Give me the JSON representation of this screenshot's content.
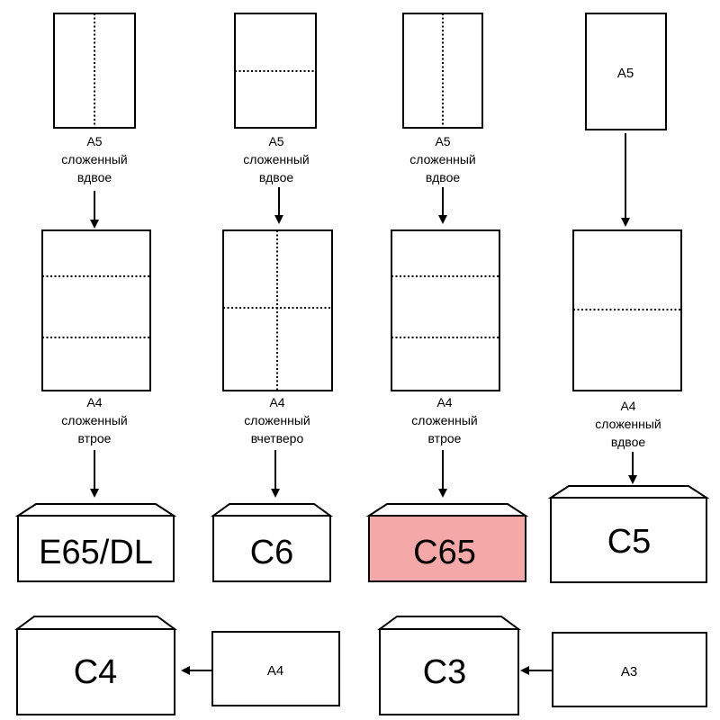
{
  "columns": [
    {
      "source_caption": [
        "A5",
        "сложенный",
        "вдвое"
      ],
      "a4_caption": [
        "A4",
        "сложенный",
        "втрое"
      ],
      "envelope": {
        "label": "E65/DL",
        "color": "#ffffff"
      }
    },
    {
      "source_caption": [
        "A5",
        "сложенный",
        "вдвое"
      ],
      "a4_caption": [
        "A4",
        "сложенный",
        "вчетверо"
      ],
      "envelope": {
        "label": "C6",
        "color": "#ffffff"
      }
    },
    {
      "source_caption": [
        "A5",
        "сложенный",
        "вдвое"
      ],
      "a4_caption": [
        "A4",
        "сложенный",
        "втрое"
      ],
      "envelope": {
        "label": "C65",
        "color": "#f4a9a8"
      }
    },
    {
      "source_label": "A5",
      "a4_caption": [
        "A4",
        "сложенный",
        "вдвое"
      ],
      "envelope": {
        "label": "C5",
        "color": "#ffffff"
      }
    }
  ],
  "bottom_row": [
    {
      "sheet_label": "A4",
      "envelope": {
        "label": "C4",
        "color": "#ffffff"
      }
    },
    {
      "sheet_label": "A3",
      "envelope": {
        "label": "C3",
        "color": "#ffffff"
      }
    }
  ]
}
